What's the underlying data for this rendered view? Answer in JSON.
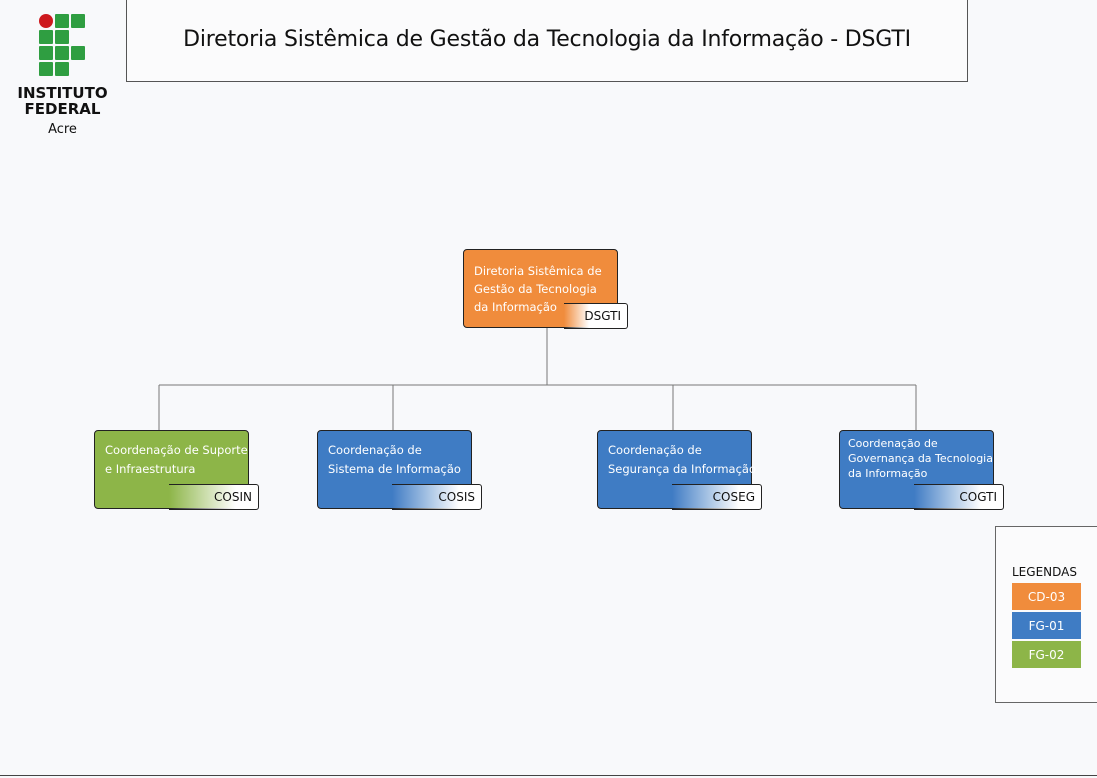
{
  "logo": {
    "line1": "INSTITUTO",
    "line2": "FEDERAL",
    "line3": "Acre"
  },
  "title": "Diretoria Sistêmica de Gestão da Tecnologia da Informação - DSGTI",
  "root": {
    "label": "Diretoria Sistêmica de Gestão da Tecnologia da Informação",
    "code": "DSGTI"
  },
  "children": [
    {
      "label": "Coordenação de Suporte e Infraestrutura",
      "code": "COSIN"
    },
    {
      "label": "Coordenação de Sistema de Informação",
      "code": "COSIS"
    },
    {
      "label": "Coordenação de Segurança da Informação",
      "code": "COSEG"
    },
    {
      "label": "Coordenação de Governança da Tecnologia da Informação",
      "code": "COGTI"
    }
  ],
  "legend": {
    "title": "LEGENDAS",
    "items": [
      {
        "label": "CD-03",
        "color": "#f08c3c"
      },
      {
        "label": "FG-01",
        "color": "#3f7cc4"
      },
      {
        "label": "FG-02",
        "color": "#8db548"
      }
    ]
  },
  "colors": {
    "orange": "#f08c3c",
    "blue": "#3f7cc4",
    "green": "#8db548",
    "logo_green": "#2f9e41",
    "logo_red": "#cd191e"
  }
}
